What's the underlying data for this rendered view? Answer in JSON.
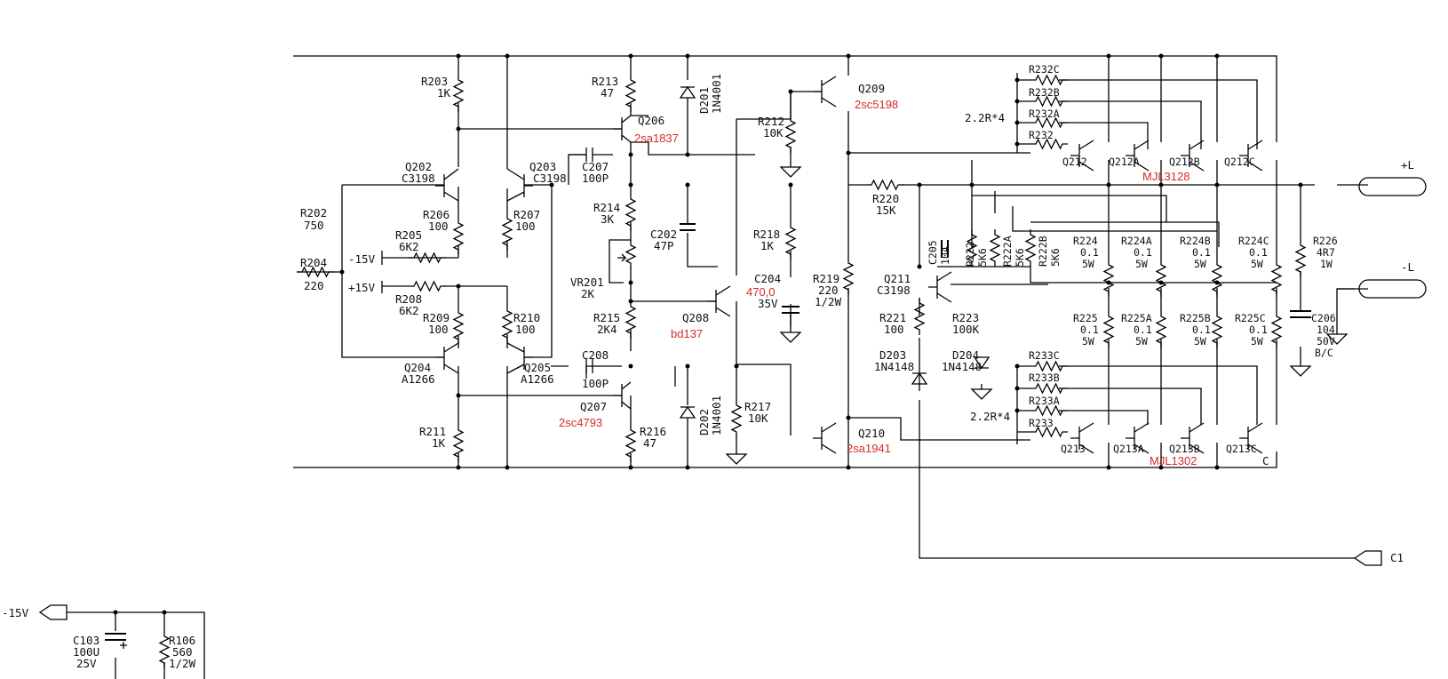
{
  "rails": {
    "lsp_pos": "+L",
    "lsp_neg": "-L",
    "c1": "C1",
    "neg15_bottom": "-15V"
  },
  "input": {
    "R202": {
      "ref": "R202",
      "val": "750"
    },
    "R204": {
      "ref": "R204",
      "val": "220"
    },
    "neg15": "-15V",
    "pos15": "+15V"
  },
  "diff": {
    "R203": {
      "ref": "R203",
      "val": "1K"
    },
    "Q202": {
      "ref": "Q202",
      "part": "C3198"
    },
    "Q203": {
      "ref": "Q203",
      "part": "C3198"
    },
    "R206": {
      "ref": "R206",
      "val": "100"
    },
    "R207": {
      "ref": "R207",
      "val": "100"
    },
    "R205": {
      "ref": "R205",
      "val": "6K2"
    },
    "R208": {
      "ref": "R208",
      "val": "6K2"
    },
    "R209": {
      "ref": "R209",
      "val": "100"
    },
    "R210": {
      "ref": "R210",
      "val": "100"
    },
    "Q204": {
      "ref": "Q204",
      "part": "A1266"
    },
    "Q205": {
      "ref": "Q205",
      "part": "A1266"
    },
    "R211": {
      "ref": "R211",
      "val": "1K"
    }
  },
  "vas": {
    "R213": {
      "ref": "R213",
      "val": "47"
    },
    "D201": {
      "ref": "D201",
      "part": "1N4001"
    },
    "Q206": {
      "ref": "Q206",
      "part": "2sa1837"
    },
    "C207": {
      "ref": "C207",
      "val": "100P"
    },
    "R214": {
      "ref": "R214",
      "val": "3K"
    },
    "C202": {
      "ref": "C202",
      "val": "47P"
    },
    "VR201": {
      "ref": "VR201",
      "val": "2K"
    },
    "R215": {
      "ref": "R215",
      "val": "2K4"
    },
    "Q208": {
      "ref": "Q208",
      "part": "bd137"
    },
    "C208": {
      "ref": "C208",
      "val": "100P"
    },
    "Q207": {
      "ref": "Q207",
      "part": "2sc4793"
    },
    "R216": {
      "ref": "R216",
      "val": "47"
    },
    "D202": {
      "ref": "D202",
      "part": "1N4001"
    },
    "R217": {
      "ref": "R217",
      "val": "10K"
    }
  },
  "drivers": {
    "R212": {
      "ref": "R212",
      "val": "10K"
    },
    "Q209": {
      "ref": "Q209",
      "part": "2sc5198"
    },
    "R218": {
      "ref": "R218",
      "val": "1K"
    },
    "C204": {
      "ref": "C204",
      "val": "470,0",
      "v": "35V"
    },
    "R219": {
      "ref": "R219",
      "val": "220",
      "w": "1/2W"
    },
    "Q210": {
      "ref": "Q210",
      "part": "2sa1941"
    },
    "R220": {
      "ref": "R220",
      "val": "15K"
    },
    "Q211": {
      "ref": "Q211",
      "part": "C3198"
    },
    "C205": {
      "ref": "C205",
      "val": "104"
    },
    "R222": {
      "ref": "R222",
      "val": "5K6"
    },
    "R222A": {
      "ref": "R222A",
      "val": "5K6"
    },
    "R222B": {
      "ref": "R222B",
      "val": "5K6"
    },
    "R221": {
      "ref": "R221",
      "val": "100"
    },
    "R223": {
      "ref": "R223",
      "val": "100K"
    },
    "D203": {
      "ref": "D203",
      "part": "1N4148"
    },
    "D204": {
      "ref": "D204",
      "part": "1N4148"
    }
  },
  "outputs": {
    "base_res_label": "2.2R*4",
    "top_base_res": [
      "R232C",
      "R232B",
      "R232A",
      "R232"
    ],
    "bot_base_res": [
      "R233C",
      "R233B",
      "R233A",
      "R233"
    ],
    "top_q": [
      "Q212",
      "Q212A",
      "Q212B",
      "Q212C"
    ],
    "bot_q": [
      "Q213",
      "Q213A",
      "Q213B",
      "Q213C"
    ],
    "top_part": "MJL3128",
    "bot_part": "MJL1302",
    "emitter_top": [
      {
        "ref": "R224",
        "val": "0.1",
        "w": "5W"
      },
      {
        "ref": "R224A",
        "val": "0.1",
        "w": "5W"
      },
      {
        "ref": "R224B",
        "val": "0.1",
        "w": "5W"
      },
      {
        "ref": "R224C",
        "val": "0.1",
        "w": "5W"
      }
    ],
    "emitter_bot": [
      {
        "ref": "R225",
        "val": "0.1",
        "w": "5W"
      },
      {
        "ref": "R225A",
        "val": "0.1",
        "w": "5W"
      },
      {
        "ref": "R225B",
        "val": "0.1",
        "w": "5W"
      },
      {
        "ref": "R225C",
        "val": "0.1",
        "w": "5W"
      }
    ],
    "R226": {
      "ref": "R226",
      "val": "4R7",
      "w": "1W"
    },
    "C206": {
      "ref": "C206",
      "val": "104",
      "v": "50V",
      "t": "B/C"
    },
    "c_mark": "C"
  },
  "supply": {
    "C103": {
      "ref": "C103",
      "val": "100U",
      "v": "25V"
    },
    "R106": {
      "ref": "R106",
      "val": "560",
      "w": "1/2W"
    }
  },
  "colors": {
    "wire": "#000000",
    "annotation": "#d42a2a"
  }
}
